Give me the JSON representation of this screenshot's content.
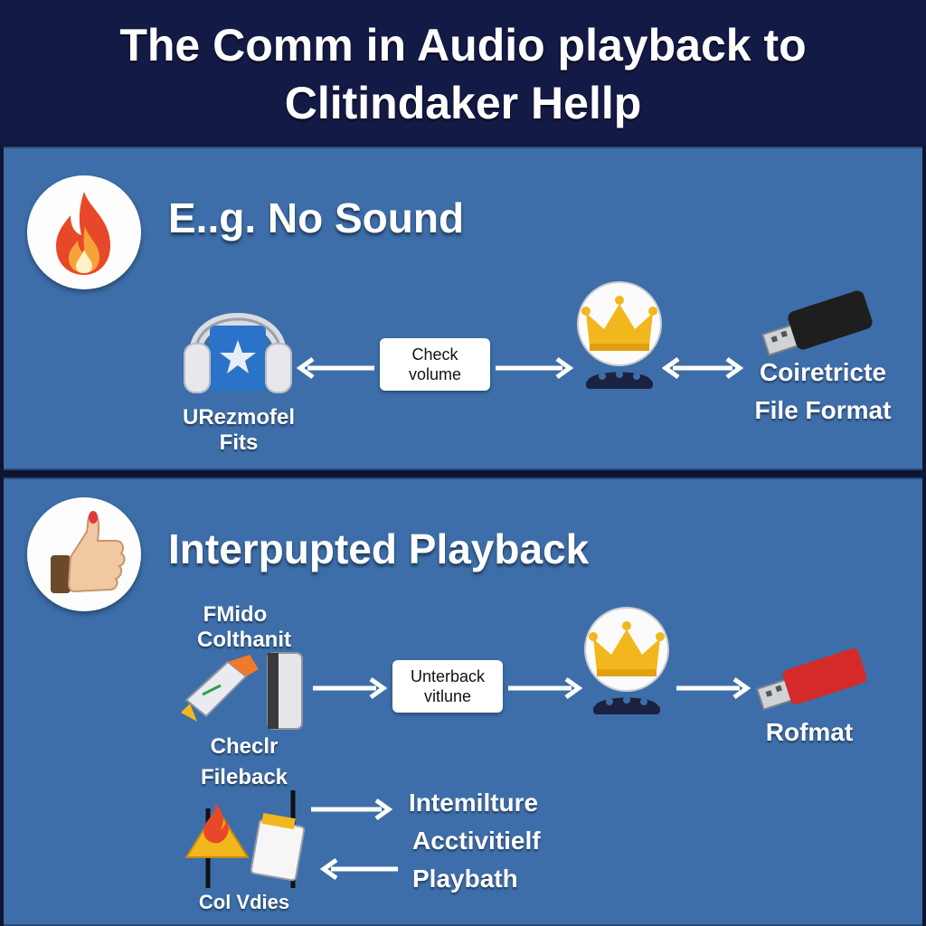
{
  "header": {
    "title_line1": "The Comm in Audio playback to",
    "title_line2": "Clitindaker Hellp"
  },
  "section1": {
    "icon": "fire-icon",
    "heading": "E..g. No Sound",
    "headphones_label_1": "URezmofel",
    "headphones_label_2": "Fits",
    "box_label_1": "Check",
    "box_label_2": "volume",
    "crown_icon": "crown-icon",
    "usb_icon": "usb-drive-icon",
    "usb_label_1": "Coiretricte",
    "usb_label_2": "File Format"
  },
  "section2": {
    "icon": "thumbs-up-icon",
    "heading": "Interpupted Playback",
    "top_label_1": "FMido",
    "top_label_2": "Colthanit",
    "box_label_1": "Unterback",
    "box_label_2": "vitlune",
    "usb_label": "Rofmat",
    "mid_label_1": "Checlr",
    "mid_label_2": "Fileback",
    "bottom_label": "Col Vdies",
    "right_label_1": "Intemilture",
    "right_label_2": "Acctivitielf",
    "right_label_3": "Playbath"
  },
  "colors": {
    "header_bg": "#141a46",
    "panel_bg": "#3d6ea9",
    "crown_gold": "#f2b71c",
    "usb_black": "#1e1e1e",
    "usb_red": "#d42a2a"
  }
}
